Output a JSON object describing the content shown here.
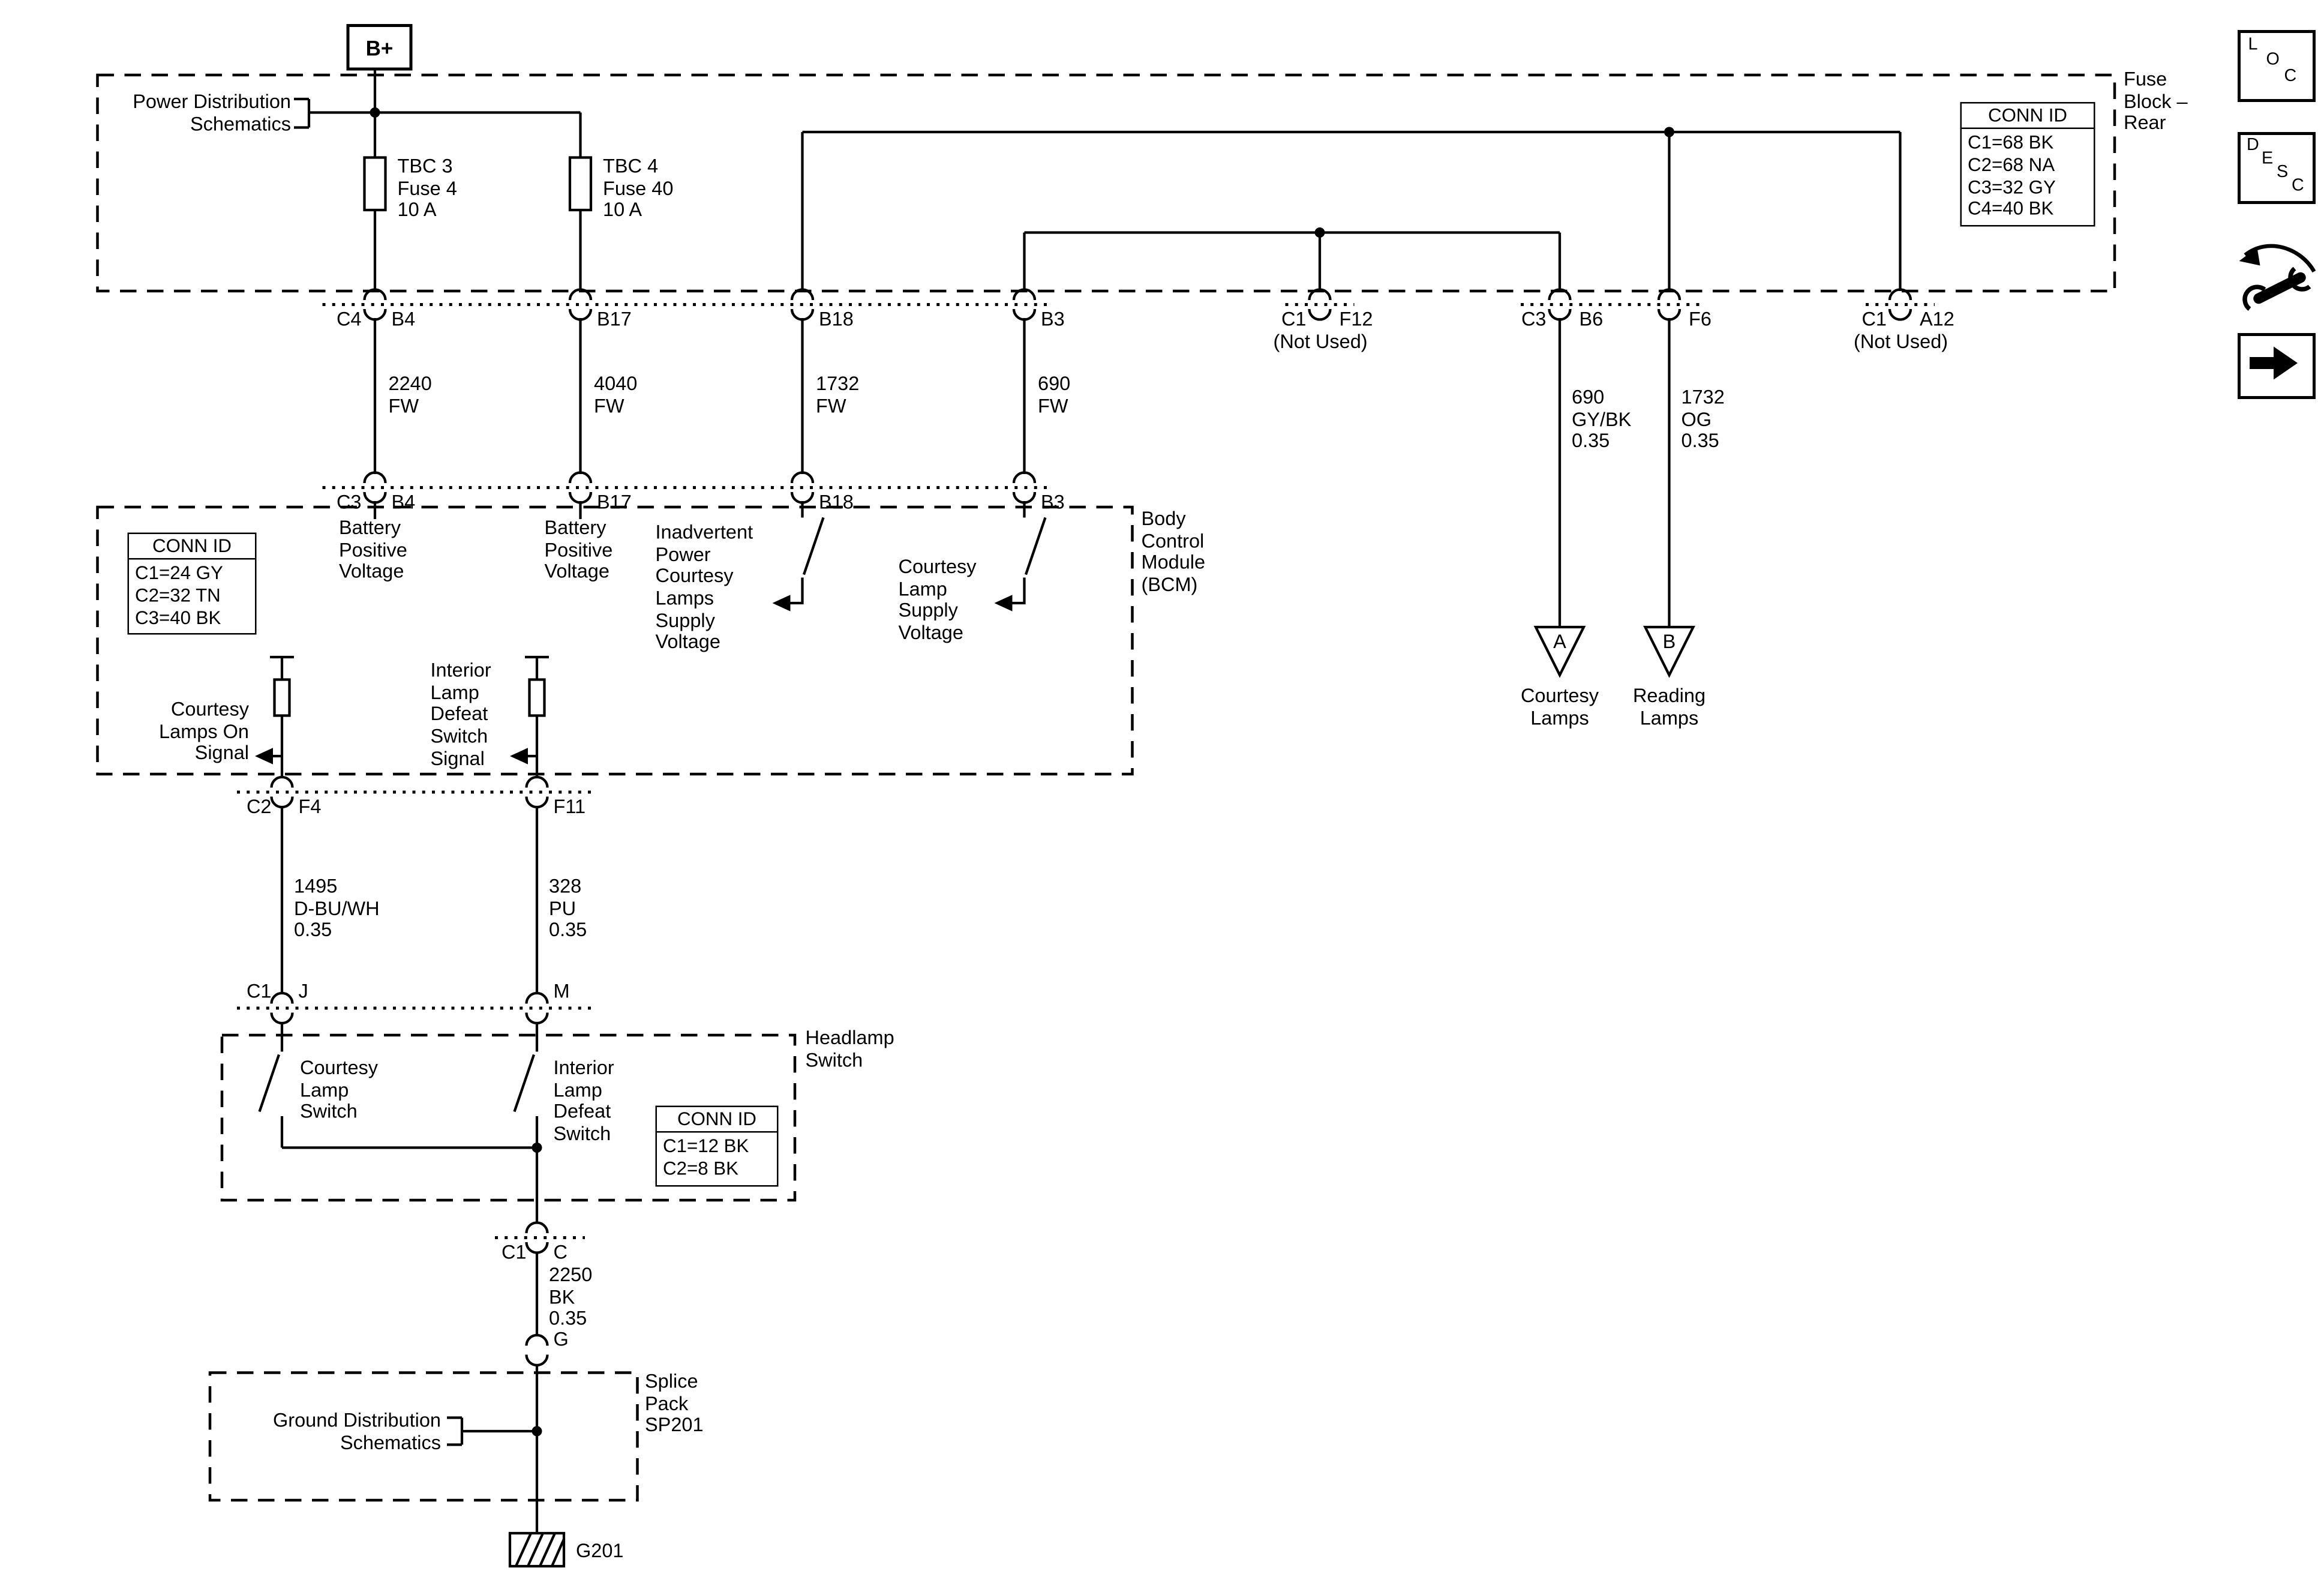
{
  "colors": {
    "line": "#000000",
    "background": "#ffffff"
  },
  "header": {
    "bplus": "B+",
    "power_dist_label": "Power Distribution\nSchematics",
    "fuse_block_label": "Fuse\nBlock –\nRear",
    "fuse1_label": "TBC 3\nFuse 4\n10 A",
    "fuse2_label": "TBC 4\nFuse 40\n10 A",
    "conn_id": {
      "title": "CONN ID",
      "rows": [
        "C1=68 BK",
        "C2=68 NA",
        "C3=32 GY",
        "C4=40 BK"
      ]
    }
  },
  "row1": {
    "c4": "C4",
    "b4": "B4",
    "b17": "B17",
    "b18": "B18",
    "b3": "B3",
    "c1a": "C1",
    "f12": "F12",
    "not_used1": "(Not Used)",
    "c3": "C3",
    "b6": "B6",
    "f6": "F6",
    "c1b": "C1",
    "a12": "A12",
    "not_used2": "(Not Used)"
  },
  "wires": {
    "w2240": "2240\nFW",
    "w4040": "4040\nFW",
    "w1732": "1732\nFW",
    "w690": "690\nFW",
    "w690gybk": "690\nGY/BK\n0.35",
    "w1732og": "1732\nOG\n0.35",
    "w1495": "1495\nD-BU/WH\n0.35",
    "w328": "328\nPU\n0.35",
    "w2250": "2250\nBK\n0.35"
  },
  "row2": {
    "c3": "C3",
    "b4": "B4",
    "b17": "B17",
    "b18": "B18",
    "b3": "B3"
  },
  "bcm": {
    "label": "Body\nControl\nModule\n(BCM)",
    "conn_id": {
      "title": "CONN ID",
      "rows": [
        "C1=24 GY",
        "C2=32 TN",
        "C3=40 BK"
      ]
    },
    "batt1": "Battery\nPositive\nVoltage",
    "batt2": "Battery\nPositive\nVoltage",
    "inadvertent": "Inadvertent\nPower\nCourtesy\nLamps\nSupply\nVoltage",
    "courtesy_supply": "Courtesy\nLamp\nSupply\nVoltage",
    "courtesy_on": "Courtesy\nLamps On\nSignal",
    "defeat_signal": "Interior\nLamp\nDefeat\nSwitch\nSignal"
  },
  "lamps": {
    "tri_a": "A",
    "tri_b": "B",
    "courtesy": "Courtesy\nLamps",
    "reading": "Reading\nLamps"
  },
  "row3": {
    "c2": "C2",
    "f4": "F4",
    "f11": "F11"
  },
  "row4": {
    "c1": "C1",
    "j": "J",
    "m": "M"
  },
  "headlamp": {
    "label": "Headlamp\nSwitch",
    "courtesy_switch": "Courtesy\nLamp\nSwitch",
    "defeat_switch": "Interior\nLamp\nDefeat\nSwitch",
    "conn_id": {
      "title": "CONN ID",
      "rows": [
        "C1=12 BK",
        "C2=8 BK"
      ]
    }
  },
  "bottom": {
    "c1": "C1",
    "c": "C",
    "g": "G",
    "splice_label": "Splice\nPack\nSP201",
    "ground_dist": "Ground Distribution\nSchematics",
    "g201": "G201"
  },
  "sidebar": {
    "loc": [
      "L",
      "O",
      "C"
    ],
    "desc": [
      "D",
      "E",
      "S",
      "C"
    ],
    "icons": [
      "loc-button",
      "desc-button",
      "wrench-arrow-icon",
      "forward-arrow-button"
    ]
  }
}
